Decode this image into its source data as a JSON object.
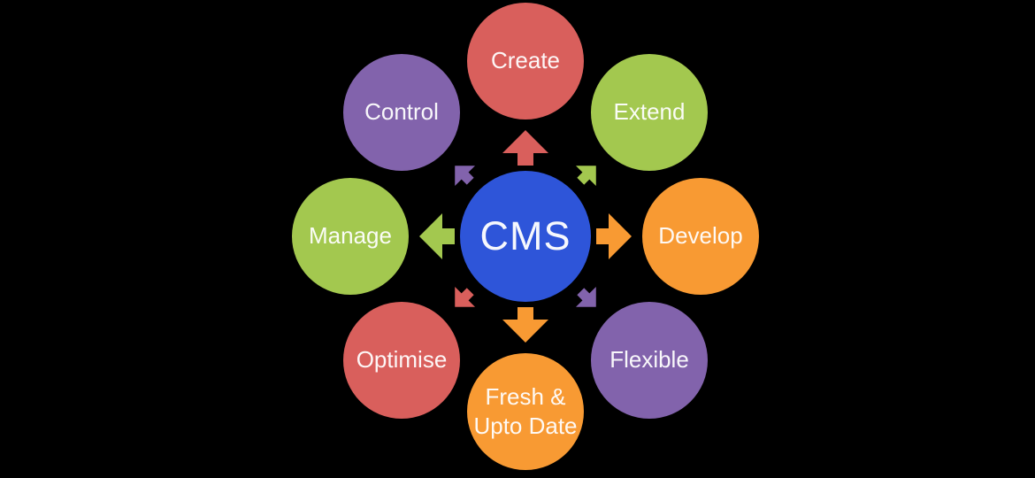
{
  "background_color": "#000000",
  "diagram": {
    "center": {
      "label": "CMS",
      "color": "#2E55D9",
      "text_color": "#FFFFFF"
    },
    "nodes": [
      {
        "label": "Create",
        "position": "top",
        "color": "#D95F5C"
      },
      {
        "label": "Extend",
        "position": "top-right",
        "color": "#A3C84F"
      },
      {
        "label": "Develop",
        "position": "right",
        "color": "#F89A33"
      },
      {
        "label": "Flexible",
        "position": "bottom-right",
        "color": "#8263AC"
      },
      {
        "label": "Fresh & Upto Date",
        "position": "bottom",
        "color": "#F89A33"
      },
      {
        "label": "Optimise",
        "position": "bottom-left",
        "color": "#D95F5C"
      },
      {
        "label": "Manage",
        "position": "left",
        "color": "#A3C84F"
      },
      {
        "label": "Control",
        "position": "top-left",
        "color": "#8263AC"
      }
    ],
    "arrows": [
      {
        "direction": "up",
        "points_to": "Create",
        "color": "#D95F5C"
      },
      {
        "direction": "up-right",
        "points_to": "Extend",
        "color": "#A3C84F"
      },
      {
        "direction": "right",
        "points_to": "Develop",
        "color": "#F89A33"
      },
      {
        "direction": "down-right",
        "points_to": "Flexible",
        "color": "#8263AC"
      },
      {
        "direction": "down",
        "points_to": "Fresh & Upto Date",
        "color": "#F89A33"
      },
      {
        "direction": "down-left",
        "points_to": "Optimise",
        "color": "#D95F5C"
      },
      {
        "direction": "left",
        "points_to": "Manage",
        "color": "#A3C84F"
      },
      {
        "direction": "up-left",
        "points_to": "Control",
        "color": "#8263AC"
      }
    ]
  }
}
